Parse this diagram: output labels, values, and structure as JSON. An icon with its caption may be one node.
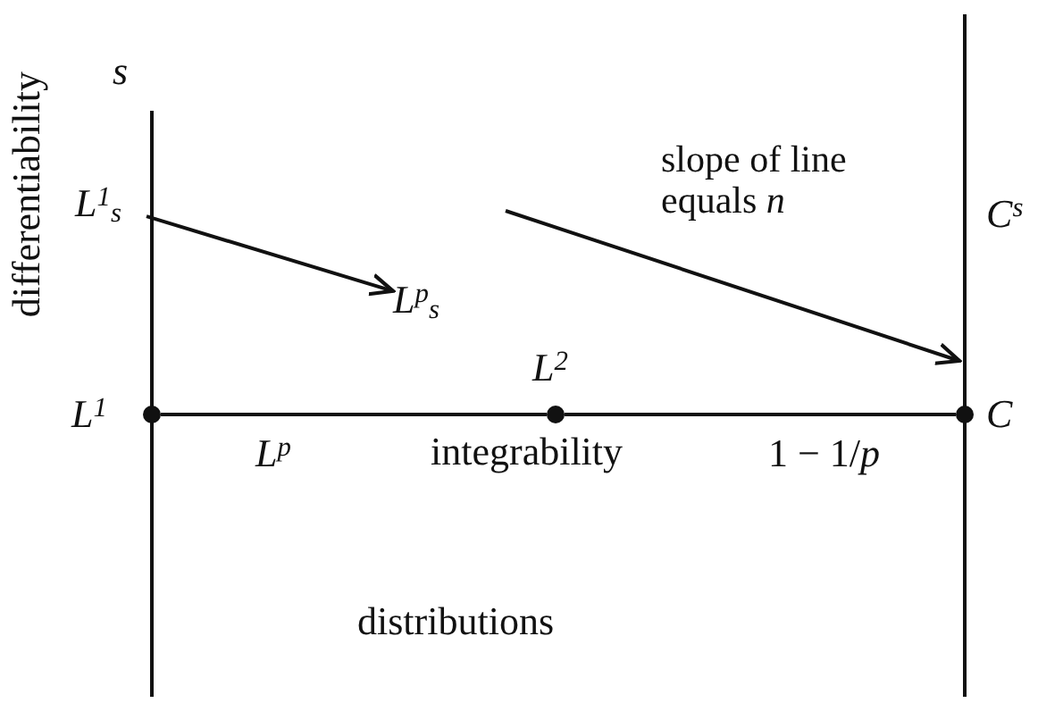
{
  "diagram": {
    "nodes": [
      {
        "text": [
          "L$^{1}$$_{s}$"
        ]
      },
      {
        "text": [
          "L$^{p}$$_{s}$"
        ]
      },
      {
        "text": [],
        "shape": "circle",
        "beside": [
          "*L*$^{1}$"
        ]
      },
      {
        "text": [],
        "shape": "circle",
        "beside": [
          "*L*$^{2}$"
        ]
      },
      {
        "text": [],
        "shape": "circle",
        "beside": [
          "*C*"
        ]
      }
    ],
    "edges": [
      {
        "from": 0,
        "to": 1,
        "arrow": "to"
      },
      {
        "from": 2,
        "to": 3,
        "arrow": "none"
      },
      {
        "from": 3,
        "to": 4,
        "arrow": "none"
      }
    ],
    "labels": [
      "*s*",
      "differentiability",
      "slope of line equals *n*",
      "C$^{s}$",
      "L$^{p}$",
      "integrability",
      "1 − 1/*p*",
      "distributions"
    ]
  }
}
